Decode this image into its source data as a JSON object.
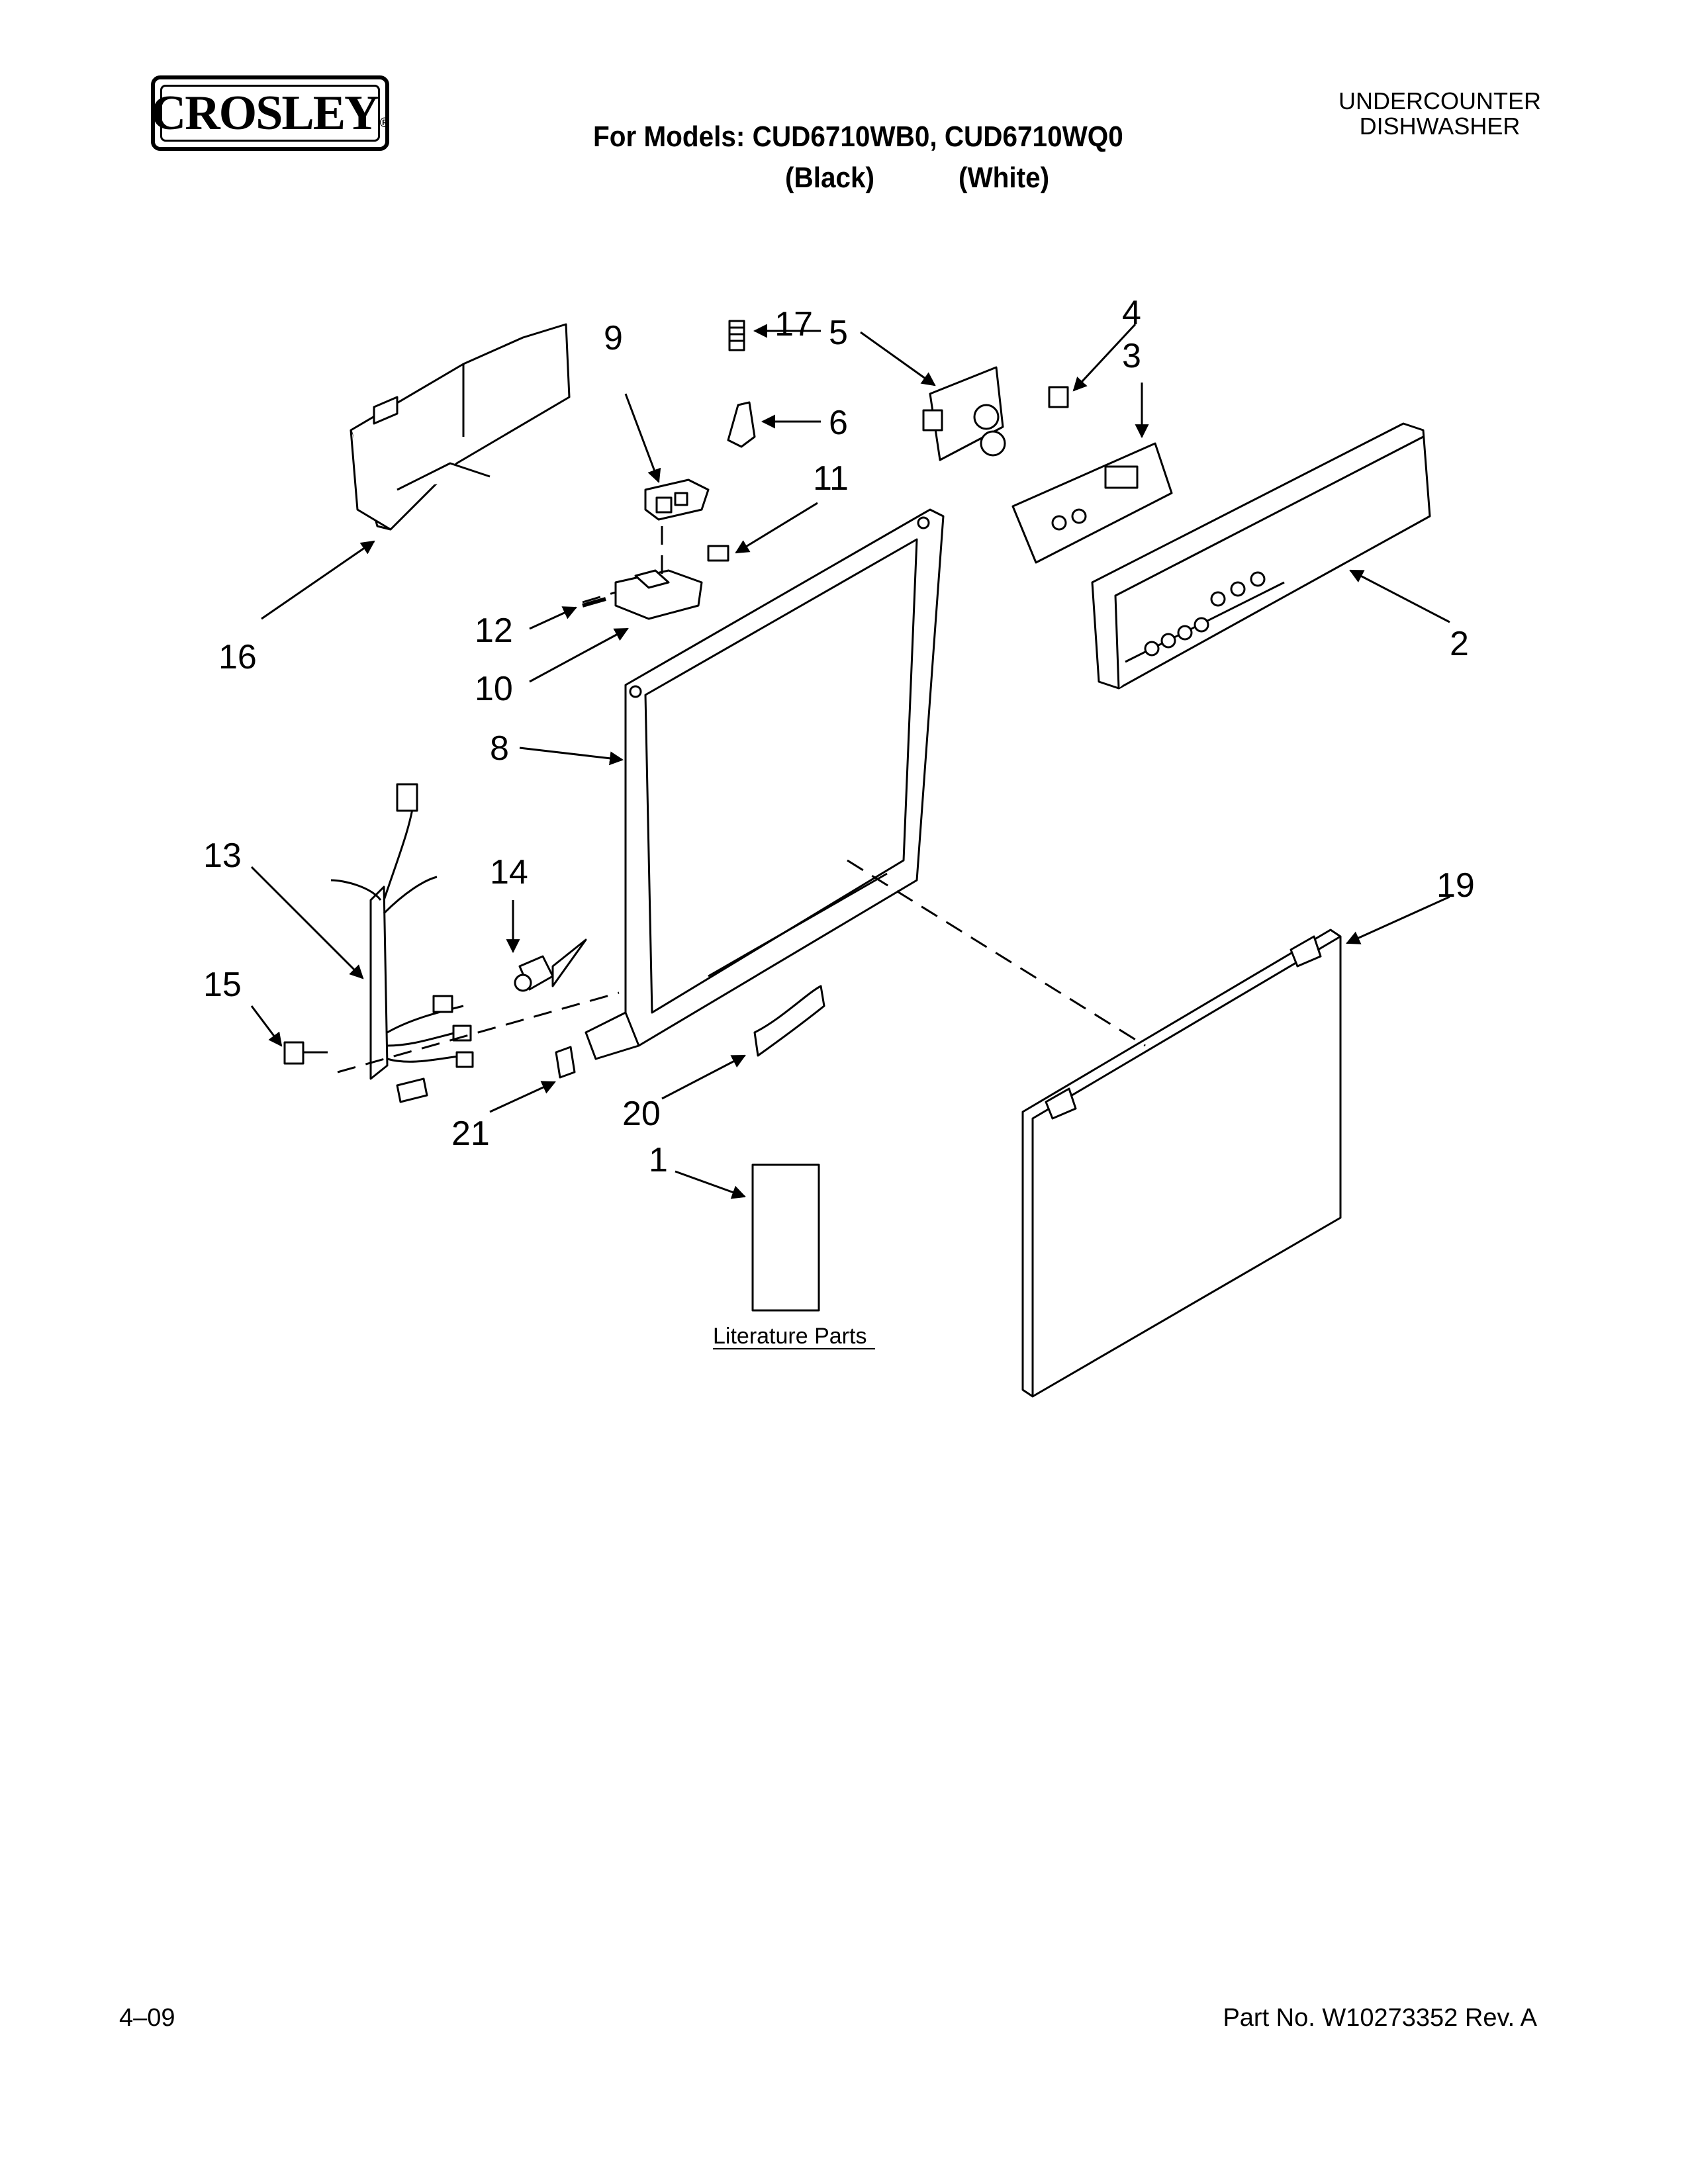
{
  "header": {
    "brand": "CROSLEY",
    "brand_mark": "®",
    "models_line": "For Models: CUD6710WB0, CUD6710WQ0",
    "color_1": "(Black)",
    "color_2": "(White)",
    "doc_type_line1": "UNDERCOUNTER",
    "doc_type_line2": "DISHWASHER"
  },
  "diagram": {
    "callouts": {
      "c1": "1",
      "c2": "2",
      "c3": "3",
      "c4": "4",
      "c5": "5",
      "c6": "6",
      "c8": "8",
      "c9": "9",
      "c10": "10",
      "c11": "11",
      "c12": "12",
      "c13": "13",
      "c14": "14",
      "c15": "15",
      "c16": "16",
      "c17": "17",
      "c19": "19",
      "c20": "20",
      "c21": "21"
    },
    "literature_label": "Literature Parts"
  },
  "footer": {
    "date": "4–09",
    "part_number": "Part No. W10273352 Rev. A"
  }
}
